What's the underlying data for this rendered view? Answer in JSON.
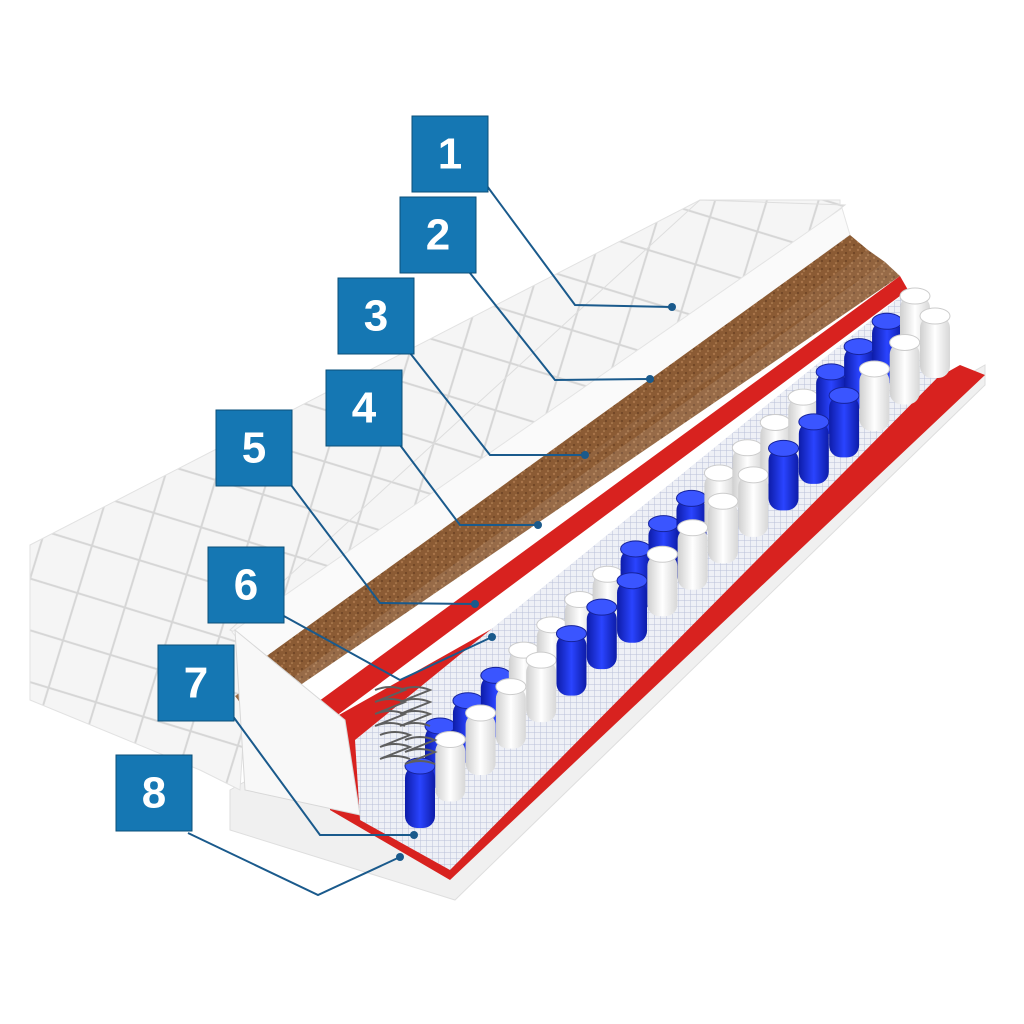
{
  "callouts": [
    {
      "number": "1"
    },
    {
      "number": "2"
    },
    {
      "number": "3"
    },
    {
      "number": "4"
    },
    {
      "number": "5"
    },
    {
      "number": "6"
    },
    {
      "number": "7"
    },
    {
      "number": "8"
    }
  ],
  "colors": {
    "badge": "#1577b3",
    "leader": "#1a5a8c",
    "cover": "#f4f4f4",
    "coconut": "#8a5a34",
    "felt": "#d8221f",
    "spring_blue": "#1d2fd6",
    "spring_white": "#f7f7f7",
    "mesh": "#dfe3ef"
  }
}
